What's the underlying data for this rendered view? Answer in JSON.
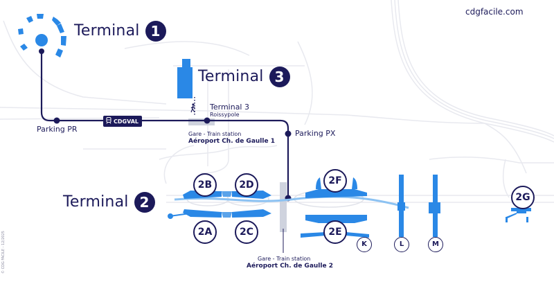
{
  "site": "cdgfacile.com",
  "copyright": "© CDG FACILE - 12/2025",
  "colors": {
    "navy": "#1c1a5a",
    "blue": "#2a88e6",
    "light_blue": "#8cc2f2",
    "road": "#e8e9ef",
    "station": "#cfd3de"
  },
  "terminals": [
    {
      "title": "Terminal",
      "number": "1"
    },
    {
      "title": "Terminal",
      "number": "3"
    },
    {
      "title": "Terminal",
      "number": "2"
    }
  ],
  "stops": {
    "parking_pr": "Parking PR",
    "parking_px": "Parking PX",
    "t3_stop": "Terminal 3",
    "t3_sub": "Roissypole",
    "cdgval": "CDGVAL"
  },
  "stations": [
    {
      "type": "Gare - Train station",
      "name": "Aéroport Ch. de Gaulle 1"
    },
    {
      "type": "Gare - Train station",
      "name": "Aéroport Ch. de Gaulle 2"
    }
  ],
  "zones": [
    "2A",
    "2B",
    "2C",
    "2D",
    "2E",
    "2F",
    "2G"
  ],
  "halls": [
    "K",
    "L",
    "M"
  ],
  "icons": {
    "train": "train-icon",
    "walk": "pedestrian-icon"
  }
}
